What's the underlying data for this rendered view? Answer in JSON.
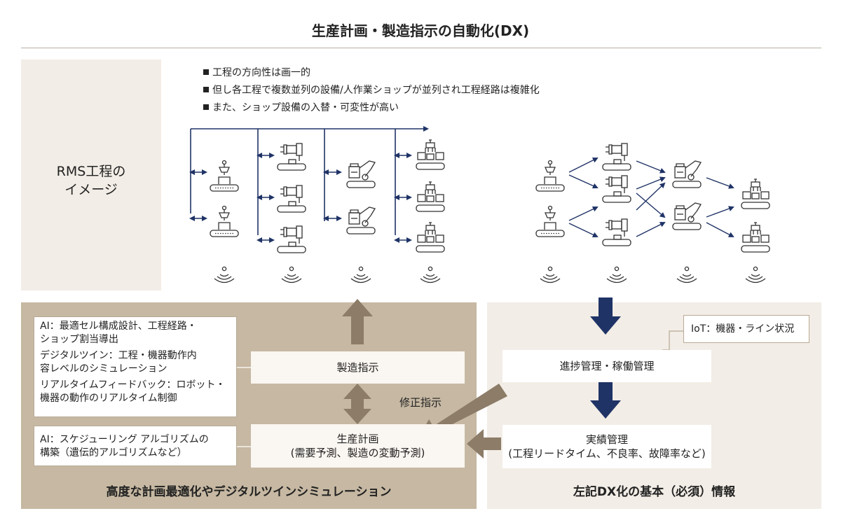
{
  "title": "生産計画・製造指示の自動化(DX)",
  "rms_label_line1": "RMS工程の",
  "rms_label_line2": "イメージ",
  "bullets": [
    "工程の方向性は画一的",
    "但し各工程で複数並列の設備/人作業ショップが並列され工程経路は複雑化",
    "また、ショップ設備の入替・可変性が高い"
  ],
  "notes": {
    "ai_design_line1": "AI：最適セル構成設計、工程経路・",
    "ai_design_line2": "ショップ割当導出",
    "twin_line1": "デジタルツイン：工程・機器動作内",
    "twin_line2": "容レベルのシミュレーション",
    "feedback_line1": "リアルタイムフィードバック：ロボット・",
    "feedback_line2": "機器の動作のリアルタイム制御",
    "ai_sched_line1": "AI：スケジューリング アルゴリズムの",
    "ai_sched_line2": "構築（遺伝的アルゴリズムなど）",
    "iot": "IoT：機器・ライン状況"
  },
  "boxes": {
    "manufacturing_instruction": "製造指示",
    "production_plan_line1": "生産計画",
    "production_plan_line2": "(需要予測、製造の変動予測)",
    "correction_instruction": "修正指示",
    "progress": "進捗管理・稼働管理",
    "results_line1": "実績管理",
    "results_line2": "(工程リードタイム、不良率、故障率など)"
  },
  "captions": {
    "left": "高度な計画最適化やデジタルツインシミュレーション",
    "right": "左記DX化の基本（必須）情報"
  },
  "colors": {
    "navy": "#1f3366",
    "brown_arrow": "#8c7c68",
    "panel_left": "#c6b8a2",
    "panel_right": "#f2ede6"
  }
}
